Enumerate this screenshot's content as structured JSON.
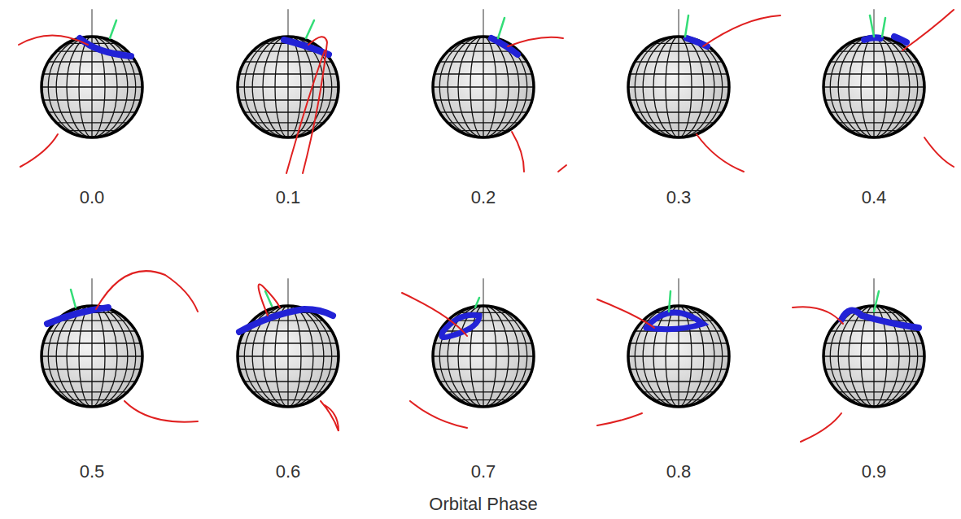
{
  "diagram": {
    "labels": [
      "0.0",
      "0.1",
      "0.2",
      "0.3",
      "0.4",
      "0.5",
      "0.6",
      "0.7",
      "0.8",
      "0.9",
      "Orbital Phase"
    ]
  }
}
